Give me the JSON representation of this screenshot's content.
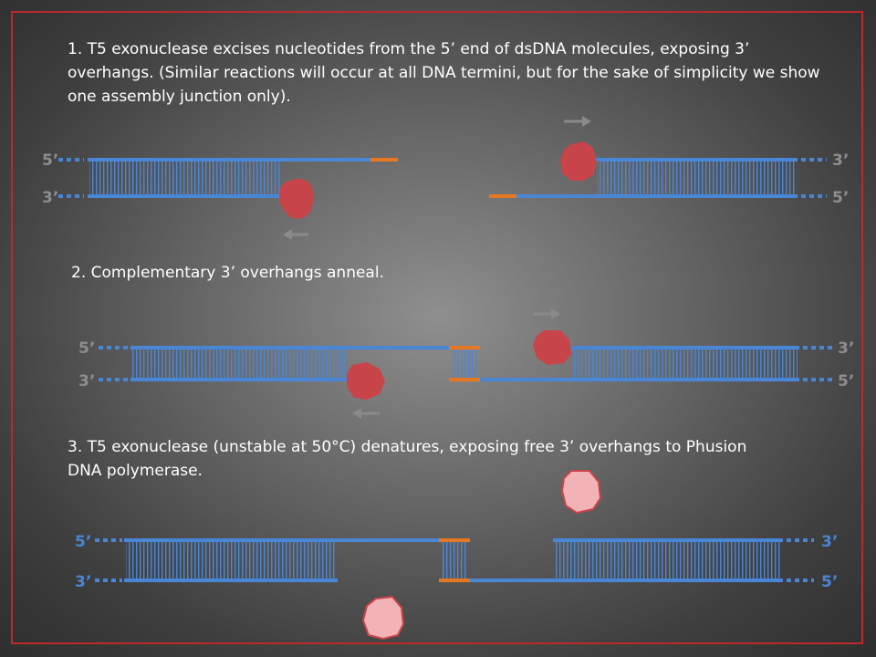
{
  "steps": [
    {
      "text": "1. T5 exonuclease excises nucleotides from the 5’ end of dsDNA molecules, exposing 3’ overhangs. (Similar reactions will occur at all DNA termini, but for the sake of simplicity we show one assembly junction only)."
    },
    {
      "text": "2. Complementary 3’ overhangs anneal."
    },
    {
      "text": "3. T5 exonuclease (unstable at 50°C) denatures, exposing free 3’ overhangs to Phusion DNA polymerase."
    }
  ],
  "end_labels": {
    "five_prime": "5’",
    "three_prime": "3’"
  },
  "colors": {
    "frame": "#c0272d",
    "dna_strand": "#4a86d6",
    "overhang": "#e87722",
    "enzyme_active": "#c8444b",
    "enzyme_denatured": "#f2b3b6",
    "arrow": "#8a8a8a",
    "end_label": "#8e8e8e"
  }
}
